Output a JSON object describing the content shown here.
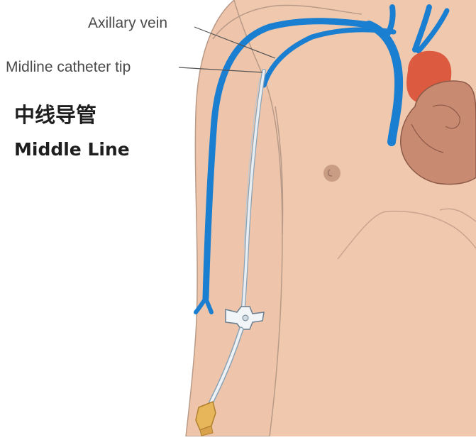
{
  "labels": {
    "axillary_vein": "Axillary vein",
    "catheter_tip": "Midline catheter tip"
  },
  "title": {
    "chinese": "中线导管",
    "english": "Middle Line"
  },
  "colors": {
    "skin": "#f0c8ae",
    "skin_outline": "#b89a88",
    "vein": "#1a7fd0",
    "heart_body": "#c98a72",
    "heart_artery": "#dc5a40",
    "catheter": "#e9eef2",
    "hub": "#e7b65a",
    "leader_line": "#555555"
  },
  "icons": [
    "heart-icon",
    "nipple-icon"
  ]
}
